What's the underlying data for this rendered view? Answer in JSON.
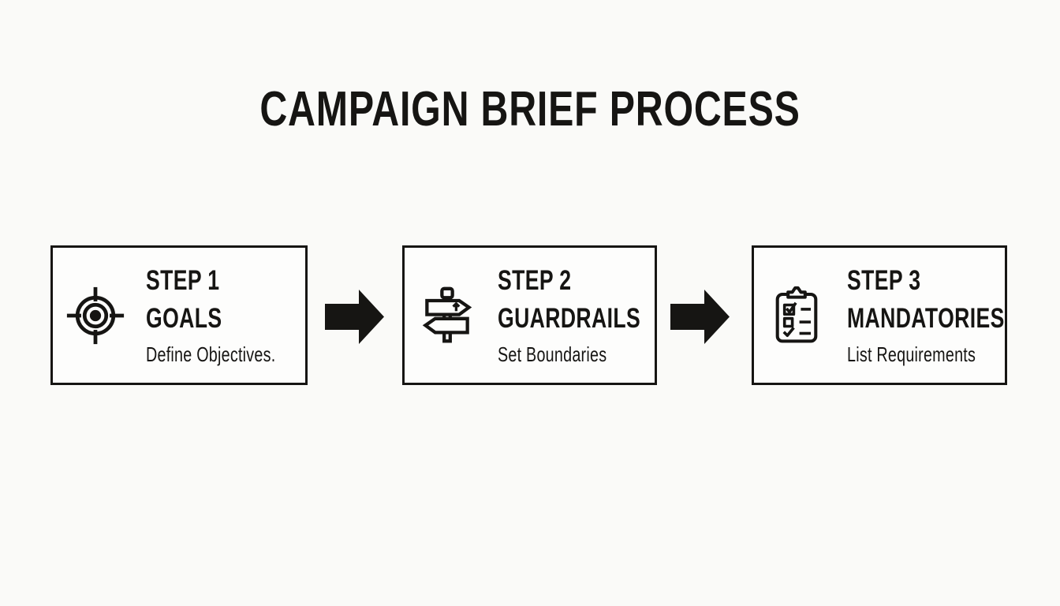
{
  "title": "CAMPAIGN BRIEF PROCESS",
  "steps": [
    {
      "label": "STEP 1",
      "title": "GOALS",
      "subtitle": "Define Objectives.",
      "icon": "target-icon"
    },
    {
      "label": "STEP 2",
      "title": "GUARDRAILS",
      "subtitle": "Set Boundaries",
      "icon": "signpost-icon"
    },
    {
      "label": "STEP 3",
      "title": "MANDATORIES",
      "subtitle": "List Requirements",
      "icon": "clipboard-checklist-icon"
    }
  ],
  "connectors": [
    {
      "icon": "arrow-right-icon"
    },
    {
      "icon": "arrow-right-icon"
    }
  ],
  "colors": {
    "ink": "#161513",
    "background": "#fafaf8",
    "box_background": "#fdfdfc"
  }
}
